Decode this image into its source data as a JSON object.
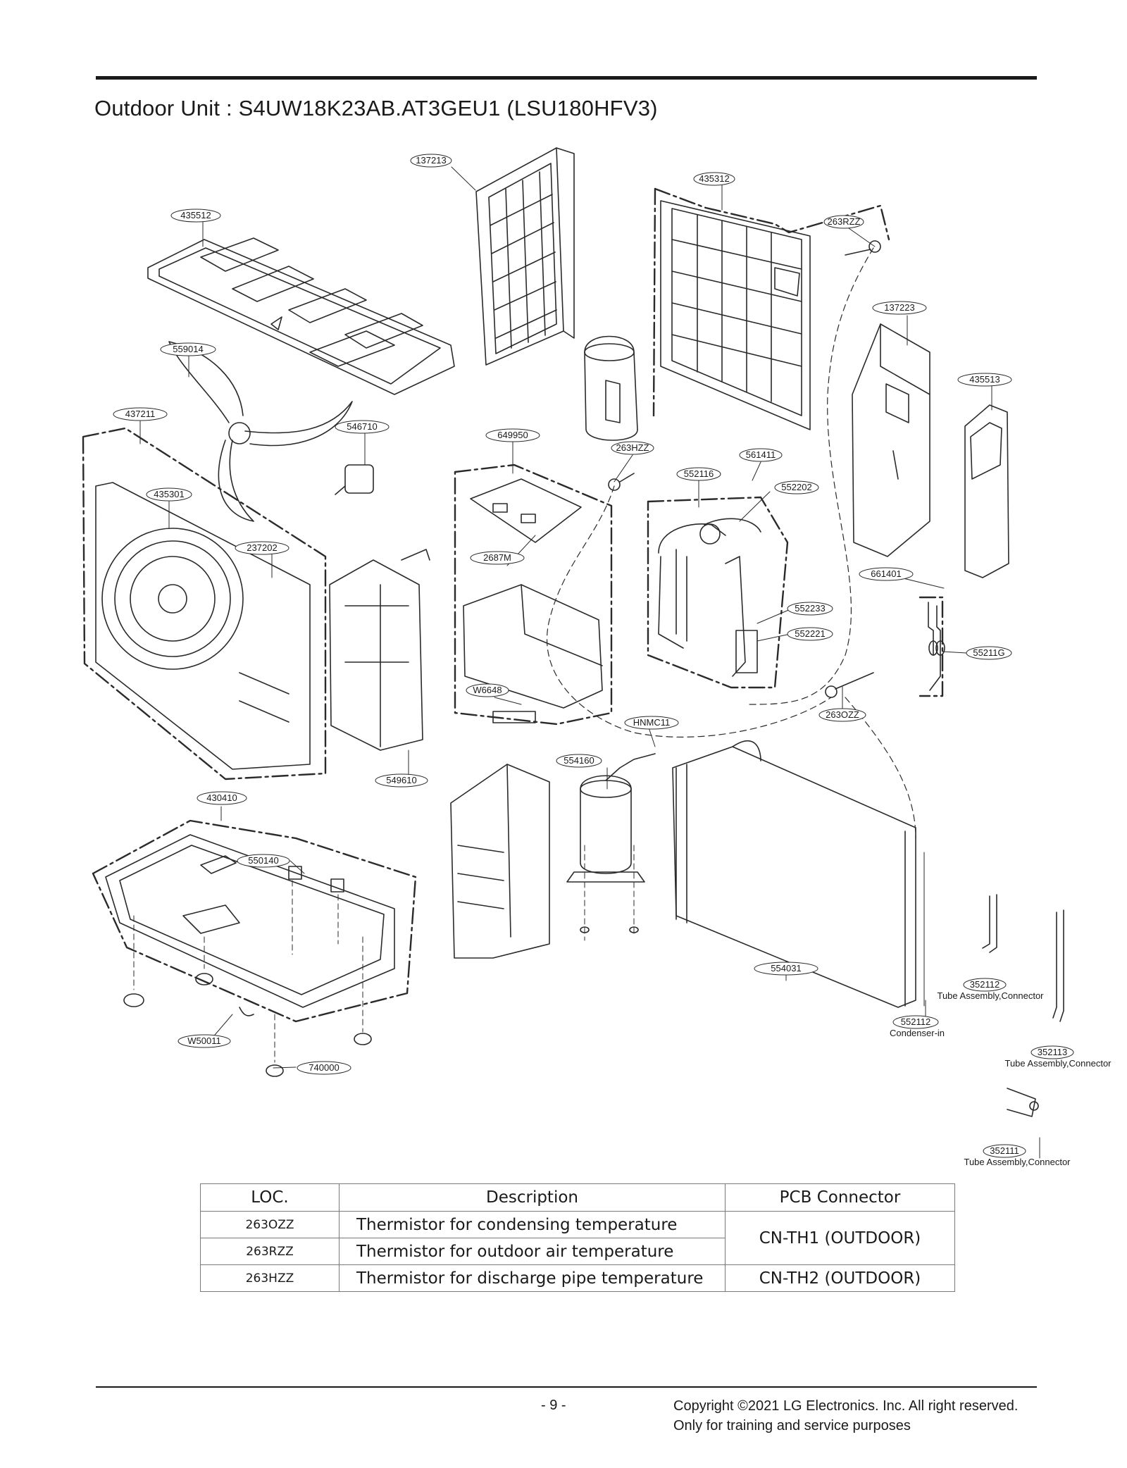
{
  "page": {
    "title": "Outdoor Unit : S4UW18K23AB.AT3GEU1 (LSU180HFV3)",
    "page_number": "- 9 -",
    "copyright_line1": "Copyright ©2021 LG Electronics. Inc. All right reserved.",
    "copyright_line2": "Only for training and service purposes"
  },
  "parts": {
    "p137213": "137213",
    "p435312": "435312",
    "p263RZZ": "263RZZ",
    "p435512": "435512",
    "p137223": "137223",
    "p559014": "559014",
    "p435513": "435513",
    "p437211": "437211",
    "p546710": "546710",
    "p649950": "649950",
    "p263HZZ": "263HZZ",
    "p561411": "561411",
    "p552116": "552116",
    "p552202": "552202",
    "p435301": "435301",
    "p237202": "237202",
    "p2687M": "2687M",
    "p661401": "661401",
    "p552233": "552233",
    "p552221": "552221",
    "p55211G": "55211G",
    "pW6648": "W6648",
    "p263OZZ": "263OZZ",
    "pHNMC11": "HNMC11",
    "p554160": "554160",
    "p549610": "549610",
    "p430410": "430410",
    "p550140": "550140",
    "p554031": "554031",
    "p352112": "352112",
    "p552112": "552112",
    "pW50011": "W50011",
    "p352113": "352113",
    "p740000": "740000",
    "p352111": "352111"
  },
  "captions": {
    "tube_assembly_1": "Tube Assembly,Connector",
    "condenser_in": "Condenser-in",
    "tube_assembly_2": "Tube Assembly,Connector",
    "tube_assembly_3": "Tube Assembly,Connector"
  },
  "legend": {
    "headers": [
      "LOC.",
      "Description",
      "PCB Connector"
    ],
    "rows": [
      {
        "loc": "263OZZ",
        "description": "Thermistor for condensing temperature",
        "pcb": "CN-TH1 (OUTDOOR)"
      },
      {
        "loc": "263RZZ",
        "description": "Thermistor for outdoor air temperature",
        "pcb": ""
      },
      {
        "loc": "263HZZ",
        "description": "Thermistor for discharge pipe temperature",
        "pcb": "CN-TH2 (OUTDOOR)"
      }
    ]
  }
}
